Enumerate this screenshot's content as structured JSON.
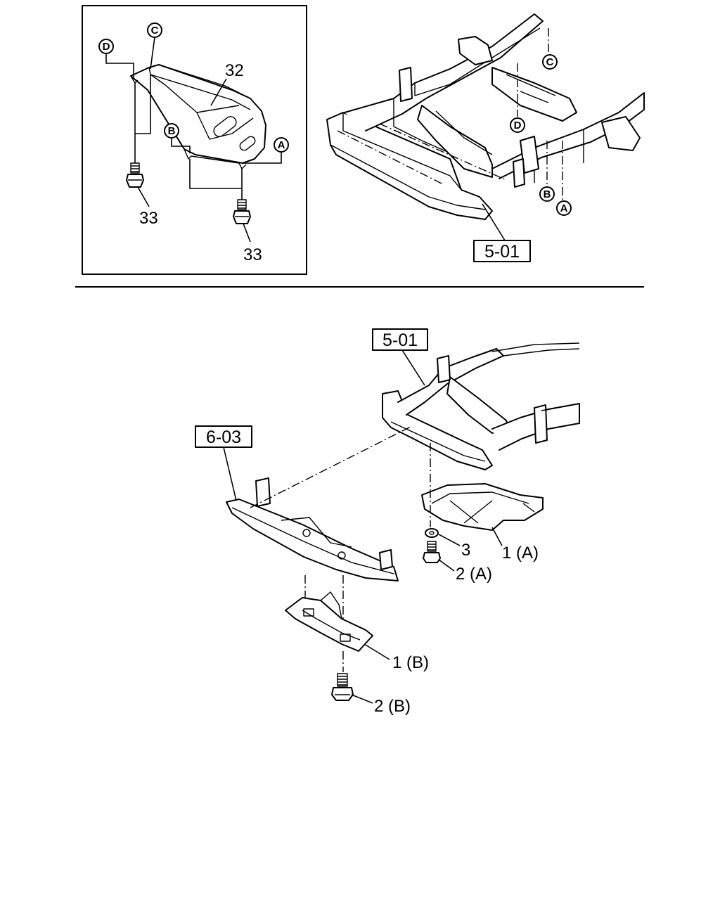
{
  "detail_box": {
    "part_labels": {
      "p32": "32",
      "p33_upper": "33",
      "p33_lower": "33"
    },
    "letters": {
      "a": "A",
      "b": "B",
      "c": "C",
      "d": "D"
    }
  },
  "frame_view": {
    "reference": "5-01",
    "letters": {
      "a": "A",
      "b": "B",
      "c": "C",
      "d": "D"
    }
  },
  "exploded_view": {
    "references": {
      "frame": "5-01",
      "crossmember": "6-03"
    },
    "part_labels": {
      "washer": "3",
      "cover_a": "1 (A)",
      "bolt_a": "2 (A)",
      "cover_b": "1 (B)",
      "bolt_b": "2 (B)"
    }
  }
}
